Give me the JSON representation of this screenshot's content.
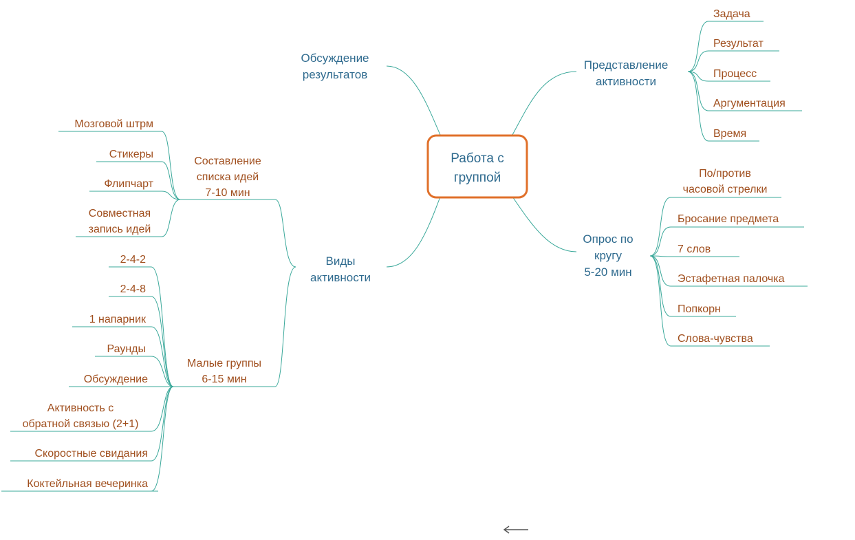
{
  "root": {
    "line1": "Работа с",
    "line2": "группой"
  },
  "branches": {
    "discussion": {
      "line1": "Обсуждение",
      "line2": "результатов"
    },
    "presentation": {
      "line1": "Представление",
      "line2": "активности",
      "items": [
        "Задача",
        "Результат",
        "Процесс",
        "Аргументация",
        "Время"
      ]
    },
    "circle": {
      "line1": "Опрос по",
      "line2": "кругу",
      "line3": "5-20 мин",
      "items": [
        {
          "line1": "По/против",
          "line2": "часовой стрелки"
        },
        {
          "line1": "Бросание предмета"
        },
        {
          "line1": "7 слов"
        },
        {
          "line1": "Эстафетная палочка"
        },
        {
          "line1": "Попкорн"
        },
        {
          "line1": "Слова-чувства"
        }
      ]
    },
    "kinds": {
      "line1": "Виды",
      "line2": "активности"
    },
    "ideas": {
      "line1": "Составление",
      "line2": "списка идей",
      "line3": "7-10 мин",
      "items": [
        {
          "line1": "Мозговой штрм"
        },
        {
          "line1": "Стикеры"
        },
        {
          "line1": "Флипчарт"
        },
        {
          "line1": "Совместная",
          "line2": "запись идей"
        }
      ]
    },
    "groups": {
      "line1": "Малые группы",
      "line2": "6-15 мин",
      "items": [
        {
          "line1": "2-4-2"
        },
        {
          "line1": "2-4-8"
        },
        {
          "line1": "1 напарник"
        },
        {
          "line1": "Раунды"
        },
        {
          "line1": "Обсуждение"
        },
        {
          "line1": "Активность с",
          "line2": "обратной связью (2+1)"
        },
        {
          "line1": "Скоростные свидания"
        },
        {
          "line1": "Коктейльная вечеринка"
        }
      ]
    }
  },
  "nav": {
    "back_icon": "arrow-left-icon"
  },
  "colors": {
    "edge": "#3aa89a",
    "root_border": "#e0702a",
    "blue_text": "#2e6a8e",
    "brown_text": "#a04f1e"
  }
}
